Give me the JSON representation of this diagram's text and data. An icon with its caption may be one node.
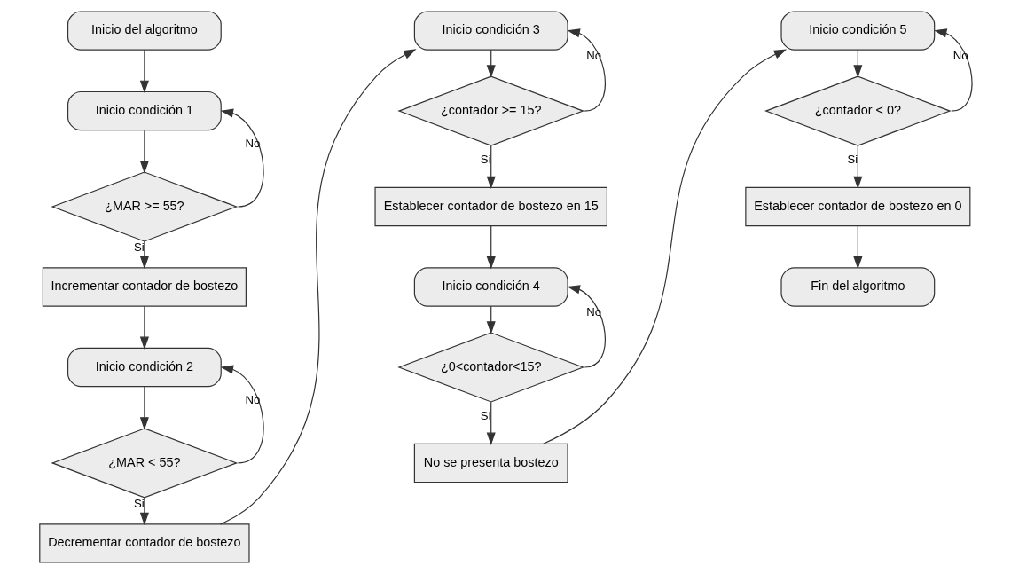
{
  "diagram": {
    "nodes": [
      {
        "text": [
          "Inicio del algoritmo"
        ]
      },
      {
        "text": [
          "Inicio condición 1"
        ]
      },
      {
        "text": [
          "¿MAR >= 55?"
        ]
      },
      {
        "text": [
          "Incrementar contador de bostezo"
        ]
      },
      {
        "text": [
          "Inicio condición 2"
        ]
      },
      {
        "text": [
          "¿MAR < 55?"
        ]
      },
      {
        "text": [
          "Decrementar contador de bostezo"
        ]
      },
      {
        "text": [
          "Inicio condición 3"
        ]
      },
      {
        "text": [
          "¿contador >= 15?"
        ]
      },
      {
        "text": [
          "Establecer contador de bostezo en 15"
        ]
      },
      {
        "text": [
          "Inicio condición 4"
        ]
      },
      {
        "text": [
          "¿0<contador<15?"
        ]
      },
      {
        "text": [
          "No se presenta bostezo"
        ]
      },
      {
        "text": [
          "Inicio condición 5"
        ]
      },
      {
        "text": [
          "¿contador < 0?"
        ]
      },
      {
        "text": [
          "Establecer contador de bostezo en 0"
        ]
      },
      {
        "text": [
          "Fin del algoritmo"
        ]
      }
    ],
    "edges": [
      {
        "from": 0,
        "to": 1,
        "arrow": "to"
      },
      {
        "from": 1,
        "to": 2,
        "arrow": "to"
      },
      {
        "from": 2,
        "to": 1,
        "arrow": "to",
        "label": "No"
      },
      {
        "from": 2,
        "to": 3,
        "arrow": "to",
        "label": "Si"
      },
      {
        "from": 3,
        "to": 4,
        "arrow": "to"
      },
      {
        "from": 4,
        "to": 5,
        "arrow": "to"
      },
      {
        "from": 5,
        "to": 4,
        "arrow": "to",
        "label": "No"
      },
      {
        "from": 5,
        "to": 6,
        "arrow": "to",
        "label": "Si"
      },
      {
        "from": 6,
        "to": 7,
        "arrow": "to"
      },
      {
        "from": 7,
        "to": 8,
        "arrow": "to"
      },
      {
        "from": 8,
        "to": 7,
        "arrow": "to",
        "label": "No"
      },
      {
        "from": 8,
        "to": 9,
        "arrow": "to",
        "label": "Si"
      },
      {
        "from": 9,
        "to": 10,
        "arrow": "to"
      },
      {
        "from": 10,
        "to": 11,
        "arrow": "to"
      },
      {
        "from": 11,
        "to": 10,
        "arrow": "to",
        "label": "No"
      },
      {
        "from": 11,
        "to": 12,
        "arrow": "to",
        "label": "Si"
      },
      {
        "from": 12,
        "to": 13,
        "arrow": "to"
      },
      {
        "from": 13,
        "to": 14,
        "arrow": "to"
      },
      {
        "from": 14,
        "to": 13,
        "arrow": "to",
        "label": "No"
      },
      {
        "from": 14,
        "to": 15,
        "arrow": "to",
        "label": "Si"
      },
      {
        "from": 15,
        "to": 16,
        "arrow": "to"
      }
    ]
  }
}
